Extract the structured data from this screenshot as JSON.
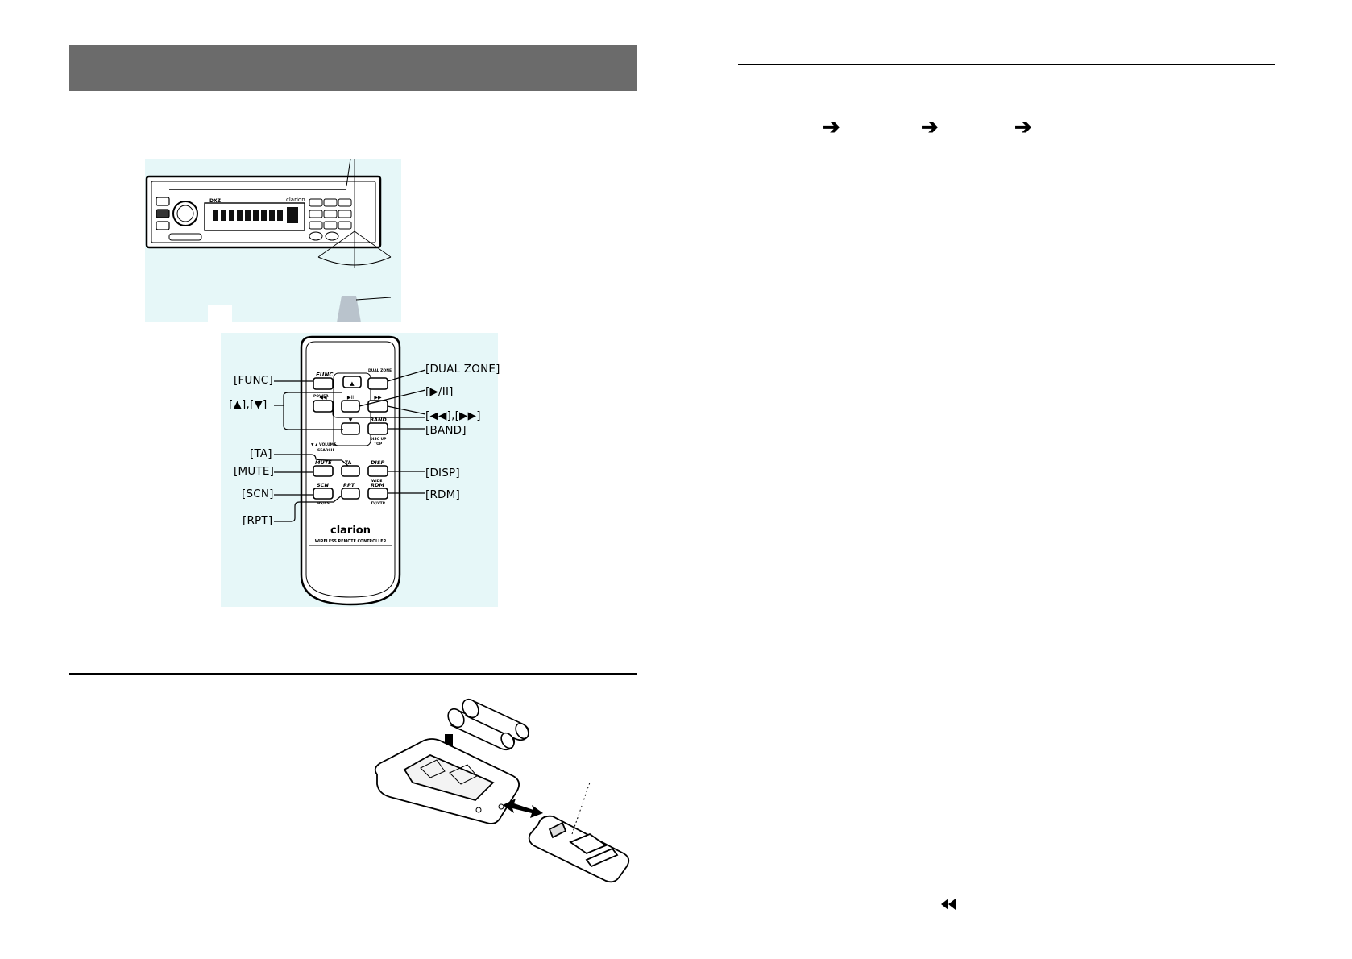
{
  "remote_labels": {
    "func": "[FUNC]",
    "up_down": "[▲],[▼]",
    "ta": "[TA]",
    "mute": "[MUTE]",
    "scn": "[SCN]",
    "rpt": "[RPT]",
    "dual_zone": "[DUAL ZONE]",
    "play_pause": "[▶/II]",
    "prev_next": "[◀◀],[▶▶]",
    "band": "[BAND]",
    "disp": "[DISP]",
    "rdm": "[RDM]"
  },
  "remote_printed": {
    "brand": "clarion",
    "caption": "WIRELESS REMOTE CONTROLLER",
    "btn_func": "FUNC",
    "btn_dual_zone": "DUAL ZONE",
    "btn_band": "BAND",
    "btn_disc_up": "DISC UP",
    "btn_top": "TOP",
    "btn_mute": "MUTE",
    "btn_ta": "TA",
    "btn_disp": "DISP",
    "btn_wide": "WIDE",
    "btn_scn": "SCN",
    "btn_ps_as": "PS/AS",
    "btn_rpt": "RPT",
    "btn_rdm": "RDM",
    "btn_tv_vtr": "TV/VTR",
    "btn_power": "POWER",
    "vol_text": "▼ ▲ VOLUME",
    "search_text": "SEARCH"
  },
  "head_unit_printed": {
    "brand": "clarion",
    "model": "DXZ"
  },
  "icons": {
    "sequence_arrow": "right-arrow-icon",
    "rewind": "rewind-double-chevron-icon"
  },
  "colors": {
    "title_bar": "#6b6b6b",
    "illustration_bg": "#e6f7f8",
    "rule": "#000000"
  }
}
